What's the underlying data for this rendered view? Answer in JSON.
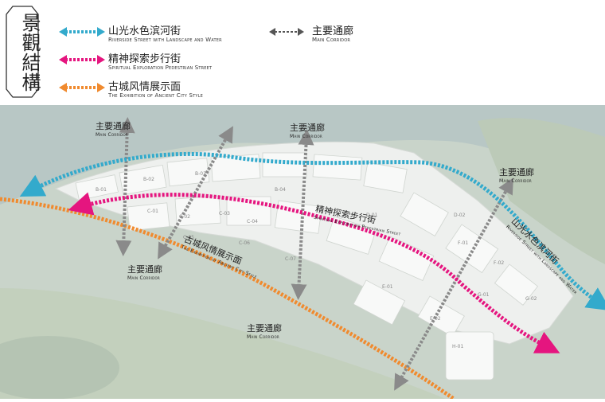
{
  "badge": {
    "title": "景觀結構"
  },
  "legend": [
    {
      "cn": "山光水色滨河街",
      "en": "Riverside Street with Landscape and Water",
      "color": "#33aacc"
    },
    {
      "cn": "精神探索步行街",
      "en": "Spiritual Exploration Pedestrian Street",
      "color": "#e5157f"
    },
    {
      "cn": "古城风情展示面",
      "en": "The Exhibition of Ancient City Style",
      "color": "#f08a2e"
    },
    {
      "cn": "主要通廊",
      "en": "Main Corridor",
      "color": "#555555"
    }
  ],
  "map": {
    "corridor_labels": [
      {
        "cn": "主要通廊",
        "en": "Main Corridor"
      },
      {
        "cn": "主要通廊",
        "en": "Main Corridor"
      },
      {
        "cn": "主要通廊",
        "en": "Main Corridor"
      },
      {
        "cn": "主要通廊",
        "en": "Main Corridor"
      },
      {
        "cn": "主要通廊",
        "en": "Main Corridor"
      }
    ],
    "route_labels": {
      "riverside": {
        "cn": "山光水色滨河街",
        "en": "Riverside Street with Landscape and Water"
      },
      "spiritual": {
        "cn": "精神探索步行街",
        "en": "Spiritual Exploration Pedestrian Street"
      },
      "ancient": {
        "cn": "古城风情展示面",
        "en": "The Exhibition of Ancient City Style"
      }
    },
    "block_codes": [
      "B-01",
      "B-02",
      "B-03",
      "B-04",
      "C-01",
      "C-02",
      "C-03",
      "C-04",
      "C-05",
      "C-06",
      "C-07",
      "D-01",
      "D-02",
      "E-01",
      "E-02",
      "F-01",
      "F-02",
      "G-01",
      "G-02",
      "H-01"
    ]
  }
}
